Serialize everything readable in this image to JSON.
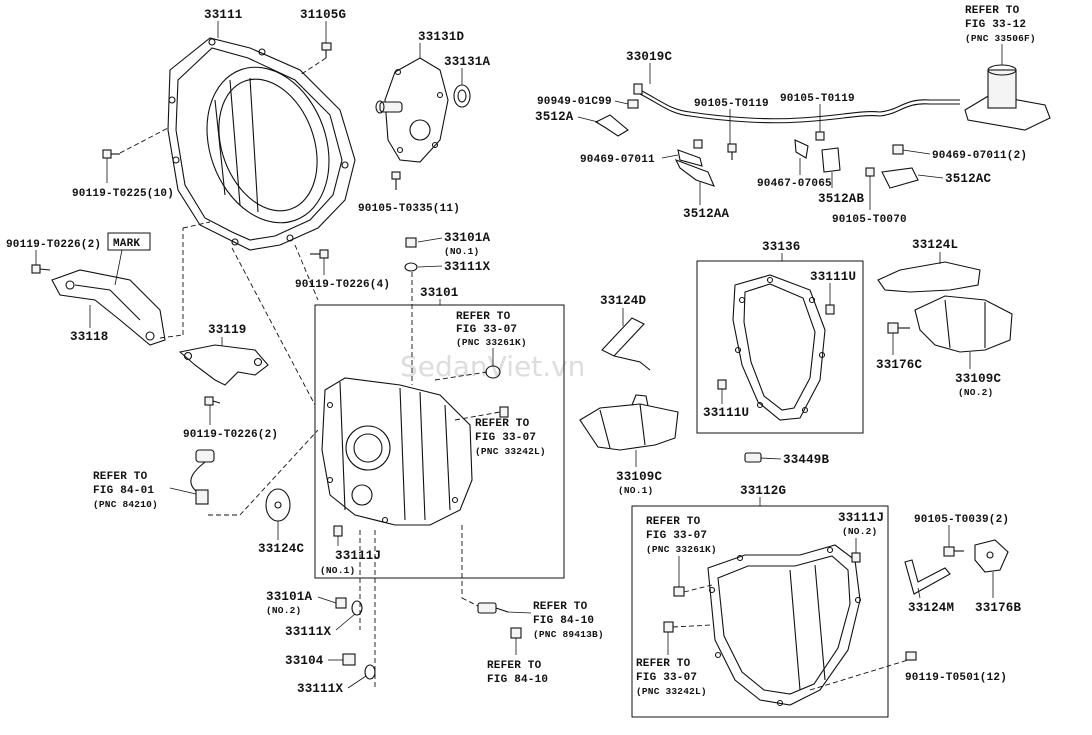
{
  "diagram": {
    "watermark": "SedanViet.vn",
    "labels": {
      "p33111": "33111",
      "p31105G": "31105G",
      "p33131D": "33131D",
      "p33131A": "33131A",
      "p33019C": "33019C",
      "refer_33_12_a": "REFER TO",
      "refer_33_12_b": "FIG 33-12",
      "refer_33_12_c": "(PNC 33506F)",
      "p90949": "90949-01C99",
      "p90105_T0119a": "90105-T0119",
      "p90105_T0119b": "90105-T0119",
      "p3512A": "3512A",
      "p90469a": "90469-07011",
      "p90469b": "90469-07011(2)",
      "p90467": "90467-07065",
      "p3512AA": "3512AA",
      "p3512AB": "3512AB",
      "p3512AC": "3512AC",
      "p90105_T0070": "90105-T0070",
      "p90119_T0225": "90119-T0225(10)",
      "p90105_T0335": "90105-T0335(11)",
      "p90119_T0226_2a": "90119-T0226(2)",
      "mark": "MARK",
      "p33101A_1": "33101A",
      "no1_a": "(NO.1)",
      "p33111X_1": "33111X",
      "p90119_T0226_4": "90119-T0226(4)",
      "p33101": "33101",
      "p33118": "33118",
      "p33119": "33119",
      "p90119_T0226_2b": "90119-T0226(2)",
      "refer_33_07_a1": "REFER TO",
      "refer_33_07_a2": "FIG 33-07",
      "refer_33_07_a3": "(PNC 33261K)",
      "refer_33_07_b1": "REFER TO",
      "refer_33_07_b2": "FIG 33-07",
      "refer_33_07_b3": "(PNC 33242L)",
      "refer_84_01_a": "REFER TO",
      "refer_84_01_b": "FIG 84-01",
      "refer_84_01_c": "(PNC 84210)",
      "p33124C": "33124C",
      "p33111J_1": "33111J",
      "no1_b": "(NO.1)",
      "p33124D": "33124D",
      "p33109C_1": "33109C",
      "no1_c": "(NO.1)",
      "p33136": "33136",
      "p33111U_a": "33111U",
      "p33111U_b": "33111U",
      "p33449B": "33449B",
      "p33124L": "33124L",
      "p33176C": "33176C",
      "p33109C_2": "33109C",
      "no2_a": "(NO.2)",
      "p33112G": "33112G",
      "refer_33_07_c1": "REFER TO",
      "refer_33_07_c2": "FIG 33-07",
      "refer_33_07_c3": "(PNC 33261K)",
      "p33111J_2": "33111J",
      "no2_b": "(NO.2)",
      "p90105_T0039": "90105-T0039(2)",
      "p33124M": "33124M",
      "p33176B": "33176B",
      "refer_33_07_d1": "REFER TO",
      "refer_33_07_d2": "FIG 33-07",
      "refer_33_07_d3": "(PNC 33242L)",
      "p90119_T0501": "90119-T0501(12)",
      "p33101A_2": "33101A",
      "no2_c": "(NO.2)",
      "p33111X_2": "33111X",
      "p33104": "33104",
      "p33111X_3": "33111X",
      "refer_84_10a_1": "REFER TO",
      "refer_84_10a_2": "FIG 84-10",
      "refer_84_10a_3": "(PNC 89413B)",
      "refer_84_10b_1": "REFER TO",
      "refer_84_10b_2": "FIG 84-10"
    }
  }
}
